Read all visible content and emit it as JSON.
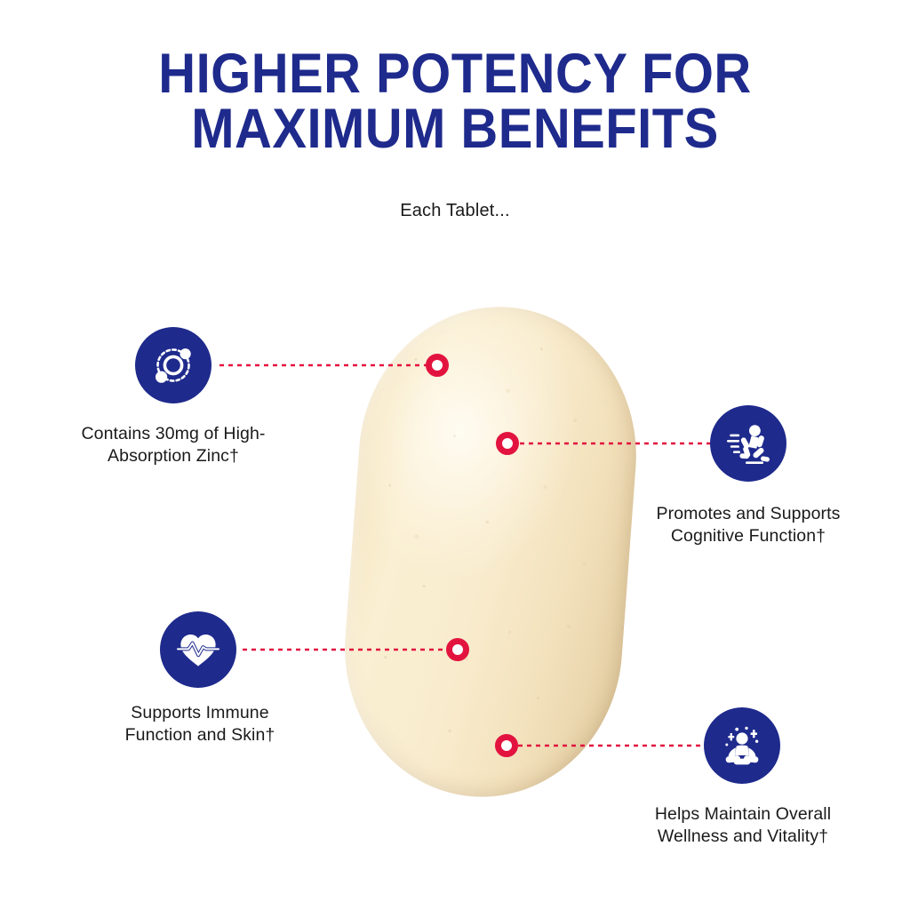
{
  "headline": {
    "line1": "HIGHER POTENCY FOR",
    "line2": "MAXIMUM BENEFITS",
    "color": "#1e2a8c"
  },
  "subtitle": "Each Tablet...",
  "product": {
    "shape": "oblong-caplet-tablet",
    "color": "#f6e7c3"
  },
  "theme": {
    "navy": "#1e2a8c",
    "marker_red": "#e2143f",
    "background": "#ffffff",
    "text": "#1a1a1a"
  },
  "callouts": [
    {
      "id": "zinc",
      "icon": "atom-molecule-icon",
      "line1": "Contains 30mg of High-",
      "line2": "Absorption Zinc†",
      "side": "left"
    },
    {
      "id": "cognitive",
      "icon": "running-person-icon",
      "line1": "Promotes and Supports",
      "line2": "Cognitive Function†",
      "side": "right"
    },
    {
      "id": "immune",
      "icon": "heart-pulse-icon",
      "line1": "Supports Immune",
      "line2": "Function and Skin†",
      "side": "left"
    },
    {
      "id": "wellness",
      "icon": "meditation-person-icon",
      "line1": "Helps Maintain Overall",
      "line2": "Wellness and Vitality†",
      "side": "right"
    }
  ]
}
